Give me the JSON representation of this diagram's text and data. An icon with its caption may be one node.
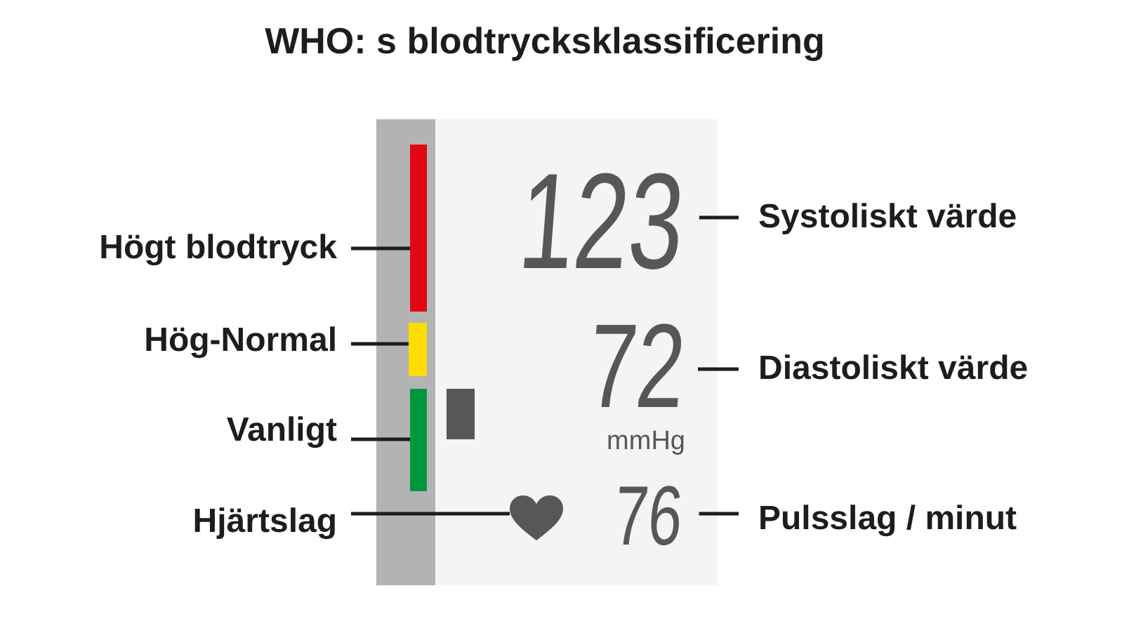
{
  "diagram": {
    "title": "WHO: s blodtrycksklassificering",
    "nodes": [
      {
        "text": [
          "Högt blodtryck"
        ]
      },
      {
        "text": [],
        "shape": "bar"
      },
      {
        "text": [
          "Hög-Normal"
        ]
      },
      {
        "text": [],
        "shape": "bar"
      },
      {
        "text": [
          "Vanligt"
        ]
      },
      {
        "text": [],
        "shape": "bar"
      },
      {
        "text": [
          "Hjärtslag"
        ]
      },
      {
        "text": [],
        "shape": "heart"
      },
      {
        "text": [
          "123"
        ]
      },
      {
        "text": [
          "Systoliskt värde"
        ]
      },
      {
        "text": [
          "72"
        ],
        "beside": [
          "mmHg"
        ]
      },
      {
        "text": [
          "Diastoliskt värde"
        ]
      },
      {
        "text": [
          "76"
        ]
      },
      {
        "text": [
          "Pulsslag / minut"
        ]
      }
    ],
    "edges": [
      {
        "from": 0,
        "to": 1,
        "arrow": "none"
      },
      {
        "from": 2,
        "to": 3,
        "arrow": "none"
      },
      {
        "from": 4,
        "to": 5,
        "arrow": "none"
      },
      {
        "from": 6,
        "to": 7,
        "arrow": "none"
      },
      {
        "from": 9,
        "to": 8,
        "arrow": "none"
      },
      {
        "from": 11,
        "to": 10,
        "arrow": "none"
      },
      {
        "from": 13,
        "to": 12,
        "arrow": "none"
      }
    ]
  }
}
